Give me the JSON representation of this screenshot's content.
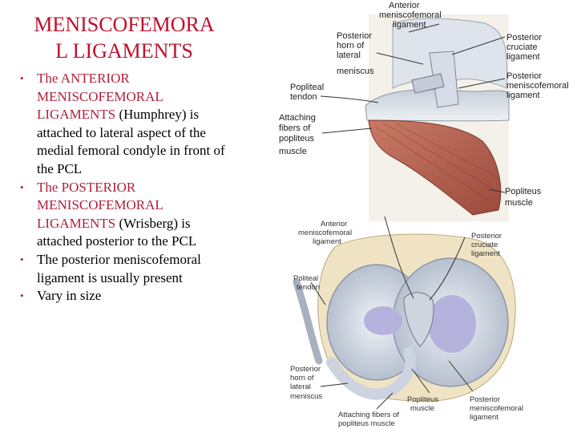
{
  "slide": {
    "title_line1": "MENISCOFEMORA",
    "title_line2": "L LIGAMENTS",
    "bullet_glyph": "•",
    "bullets": [
      {
        "lead": "The ANTERIOR MENISCOFEMORAL LIGAMENTS",
        "rest": " (Humphrey) is attached to lateral aspect of the medial femoral condyle in front of the PCL"
      },
      {
        "lead": "The POSTERIOR MENISCOFEMORAL LIGAMENTS",
        "rest": " (Wrisberg) is attached posterior to the PCL"
      },
      {
        "lead": "",
        "rest": "The posterior meniscofemoral ligament is usually present"
      },
      {
        "lead": "",
        "rest": "Vary in size"
      }
    ]
  },
  "figure_top": {
    "labels": {
      "ant_mfl_1": "Anterior",
      "ant_mfl_2": "meniscofemoral",
      "ant_mfl_3": "ligament",
      "post_horn_1": "Posterior",
      "post_horn_2": "horn of",
      "post_horn_3": "lateral",
      "post_horn_4": "meniscus",
      "pcl_1": "Posterior",
      "pcl_2": "cruciate",
      "pcl_3": "ligament",
      "post_mfl_1": "Posterior",
      "post_mfl_2": "meniscofemoral",
      "post_mfl_3": "ligament",
      "pop_tendon_1": "Popliteal",
      "pop_tendon_2": "tendon",
      "attach_1": "Attaching",
      "attach_2": "fibers of",
      "attach_3": "popliteus",
      "attach_4": "muscle",
      "pop_muscle_1": "Popliteus",
      "pop_muscle_2": "muscle"
    }
  },
  "figure_bottom": {
    "labels": {
      "ant_mfl_1": "Anterior",
      "ant_mfl_2": "meniscofemoral",
      "ant_mfl_3": "ligament",
      "pcl_1": "Posterior",
      "pcl_2": "cruciate",
      "pcl_3": "ligament",
      "pop_tendon_1": "Politeal",
      "pop_tendon_2": "tendon",
      "post_horn_1": "Posterior",
      "post_horn_2": "horn of",
      "post_horn_3": "lateral",
      "post_horn_4": "meniscus",
      "pop_muscle_1": "Popliteus",
      "pop_muscle_2": "muscle",
      "post_mfl_1": "Posterior",
      "post_mfl_2": "meniscofemoral",
      "post_mfl_3": "ligament",
      "attach_1": "Attaching fibers of",
      "attach_2": "popliteus muscle"
    }
  },
  "colors": {
    "title": "#c0102b",
    "bullet": "#c0102b",
    "muscle": "#b8604f",
    "cartilage": "#c9d3e0",
    "bone": "#efe3c4",
    "condyle": "#b6b2de"
  }
}
